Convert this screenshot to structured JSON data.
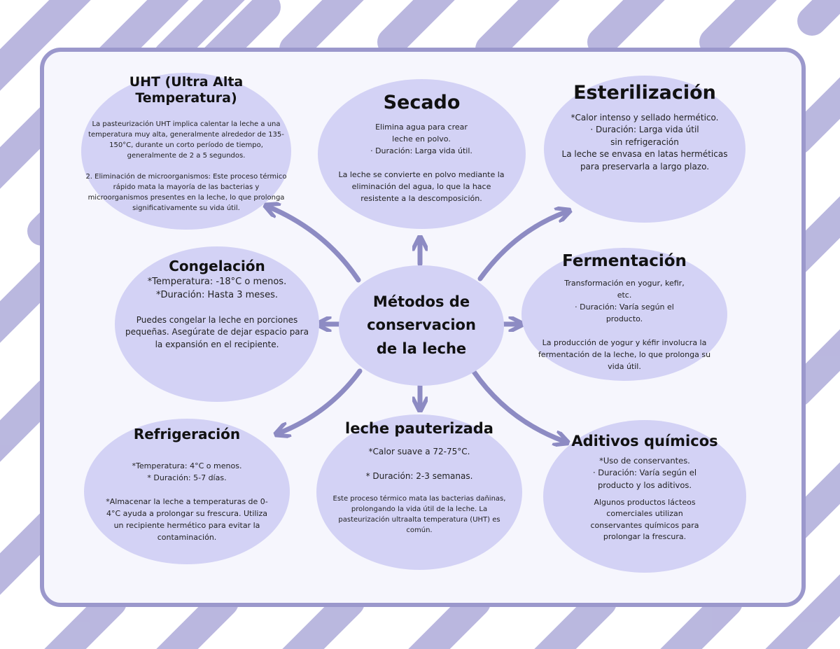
{
  "colors": {
    "node_fill": "#d3d2f5",
    "arrow": "#8d8bc3",
    "panel_border": "#9b98cc",
    "stroke_pattern": "#b3b0dc"
  },
  "center": {
    "title": "Métodos de\nconservacion\nde la leche"
  },
  "nodes": {
    "uht": {
      "title": "UHT (Ultra Alta Temperatura)",
      "lines": [
        "La pasteurización UHT implica calentar la leche a una temperatura muy alta, generalmente alrededor de 135-150°C, durante un corto período de tiempo, generalmente de 2 a 5 segundos.",
        "",
        "2. Eliminación de microorganismos: Este proceso térmico rápido mata la mayoría de las bacterias y microorganismos presentes en la leche, lo que prolonga significativamente su vida útil."
      ]
    },
    "secado": {
      "title": "Secado",
      "lines": [
        "Elimina agua para crear leche en polvo.",
        "· Duración: Larga vida útil.",
        "",
        "La leche se convierte en polvo mediante la eliminación del agua, lo que la hace resistente a la descomposición."
      ]
    },
    "esterilizacion": {
      "title": "Esterilización",
      "lines": [
        "*Calor intenso y sellado hermético.",
        "· Duración: Larga vida útil sin refrigeración",
        "La leche se envasa en latas herméticas para preservarla a largo plazo."
      ]
    },
    "congelacion": {
      "title": "Congelación",
      "lines": [
        "*Temperatura: -18°C o menos.",
        "*Duración: Hasta 3 meses.",
        "",
        "Puedes congelar la leche en porciones pequeñas. Asegúrate de dejar espacio para la expansión en el recipiente."
      ]
    },
    "fermentacion": {
      "title": "Fermentación",
      "lines": [
        "Transformación en yogur, kefir, etc.",
        "· Duración: Varía según el producto.",
        "",
        "La producción de yogur y kéfir involucra la fermentación de la leche, lo que prolonga su vida útil."
      ]
    },
    "refrigeracion": {
      "title": "Refrigeración",
      "lines": [
        "",
        "*Temperatura: 4°C o menos.",
        "* Duración: 5-7 días.",
        "",
        "*Almacenar la leche a temperaturas de 0-4°C ayuda a prolongar su frescura. Utiliza un recipiente hermético para evitar la contaminación."
      ]
    },
    "pauterizada": {
      "title": "leche pauterizada",
      "lines": [
        "*Calor suave a 72-75°C.",
        "",
        "* Duración: 2-3 semanas.",
        "",
        "Este proceso térmico mata las bacterias dañinas, prolongando la vida útil de la leche. La pasteurización ultraalta temperatura (UHT) es común."
      ]
    },
    "aditivos": {
      "title": "Aditivos químicos",
      "lines": [
        "*Uso de conservantes.",
        "· Duración: Varía según el producto y los aditivos.",
        "",
        "Algunos productos lácteos comerciales utilizan conservantes químicos para prolongar la frescura."
      ]
    }
  }
}
